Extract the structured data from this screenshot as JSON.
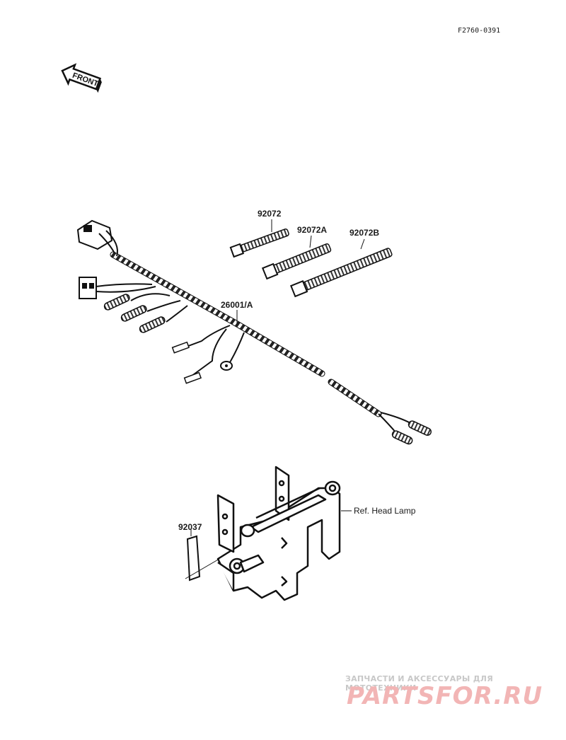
{
  "figure_id": "F2760-0391",
  "front_label": "FRONT",
  "parts": {
    "p92072": "92072",
    "p92072A": "92072A",
    "p92072B": "92072B",
    "p26001A": "26001/A",
    "p92037": "92037"
  },
  "ref_label": "Ref. Head Lamp",
  "watermark": {
    "subtitle": "ЗАПЧАСТИ И АКСЕССУАРЫ ДЛЯ МОТОТЕХНИКИ",
    "logo": "PARTSFOR.RU"
  }
}
